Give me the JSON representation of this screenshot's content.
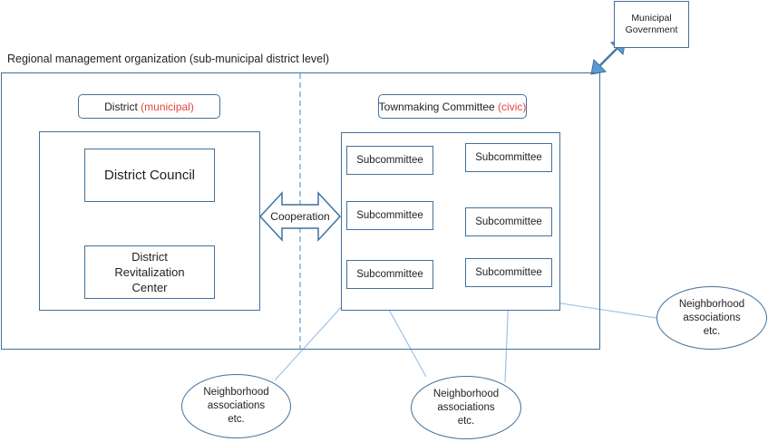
{
  "org_title": "Regional management organization (sub-municipal district level)",
  "municipal_government": "Municipal Government",
  "district": {
    "label": "District",
    "qualifier": "(municipal)",
    "council": "District Council",
    "revitalization_center": "District Revitalization Center"
  },
  "cooperation": "Cooperation",
  "committee": {
    "label": "Townmaking Committee",
    "qualifier": "(civic)",
    "subcommittees": [
      "Subcommittee",
      "Subcommittee",
      "Subcommittee",
      "Subcommittee",
      "Subcommittee",
      "Subcommittee"
    ]
  },
  "neighborhood_associations": [
    "Neighborhood associations etc.",
    "Neighborhood associations etc.",
    "Neighborhood associations etc."
  ],
  "colors": {
    "border": "#41719c",
    "accent_text": "#e8453c",
    "connector": "#9dc3e6",
    "arrow_fill": "#5b9bd5"
  }
}
